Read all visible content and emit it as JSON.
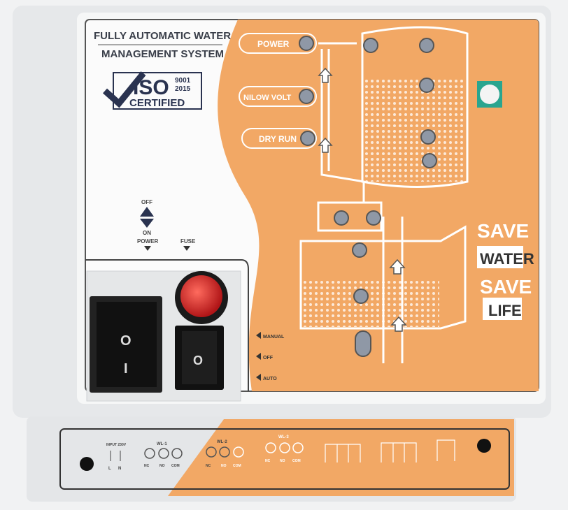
{
  "colors": {
    "orange": "#f2a865",
    "panel": "#f4f5f5",
    "indicator": "#8f98a6",
    "fuse": "#d9272a",
    "switch": "#141414",
    "navy": "#2a3350"
  },
  "header": {
    "line1": "FULLY AUTOMATIC WATER",
    "line2": "MANAGEMENT SYSTEM"
  },
  "iso": {
    "mark": "ISO",
    "year1": "9001",
    "year2": "2015",
    "certified": "CERTIFIED"
  },
  "indicators": [
    {
      "label": "POWER"
    },
    {
      "label": "NILOW VOLT"
    },
    {
      "label": "DRY RUN"
    }
  ],
  "power_switch": {
    "off_label": "OFF",
    "on_label": "ON",
    "power_label": "POWER",
    "fuse_label": "FUSE",
    "symbol_off": "O",
    "symbol_on": "I"
  },
  "mode_switch": {
    "modes": [
      "MANUAL",
      "OFF",
      "AUTO"
    ],
    "symbol": "O"
  },
  "slogan": {
    "line1": "SAVE",
    "line2": "WATER",
    "line3": "SAVE",
    "line4": "LIFE"
  },
  "badge": {
    "icon": "startup-india-badge"
  },
  "terminals": {
    "input": {
      "title": "INPUT 230V",
      "pins": [
        "L",
        "N"
      ]
    },
    "groups": [
      {
        "title": "WL-1",
        "pins": [
          "NC",
          "NO",
          "COM"
        ]
      },
      {
        "title": "WL-2",
        "pins": [
          "NC",
          "NO",
          "COM"
        ]
      },
      {
        "title": "WL-3",
        "pins": [
          "NC",
          "NO",
          "COM"
        ]
      }
    ]
  }
}
